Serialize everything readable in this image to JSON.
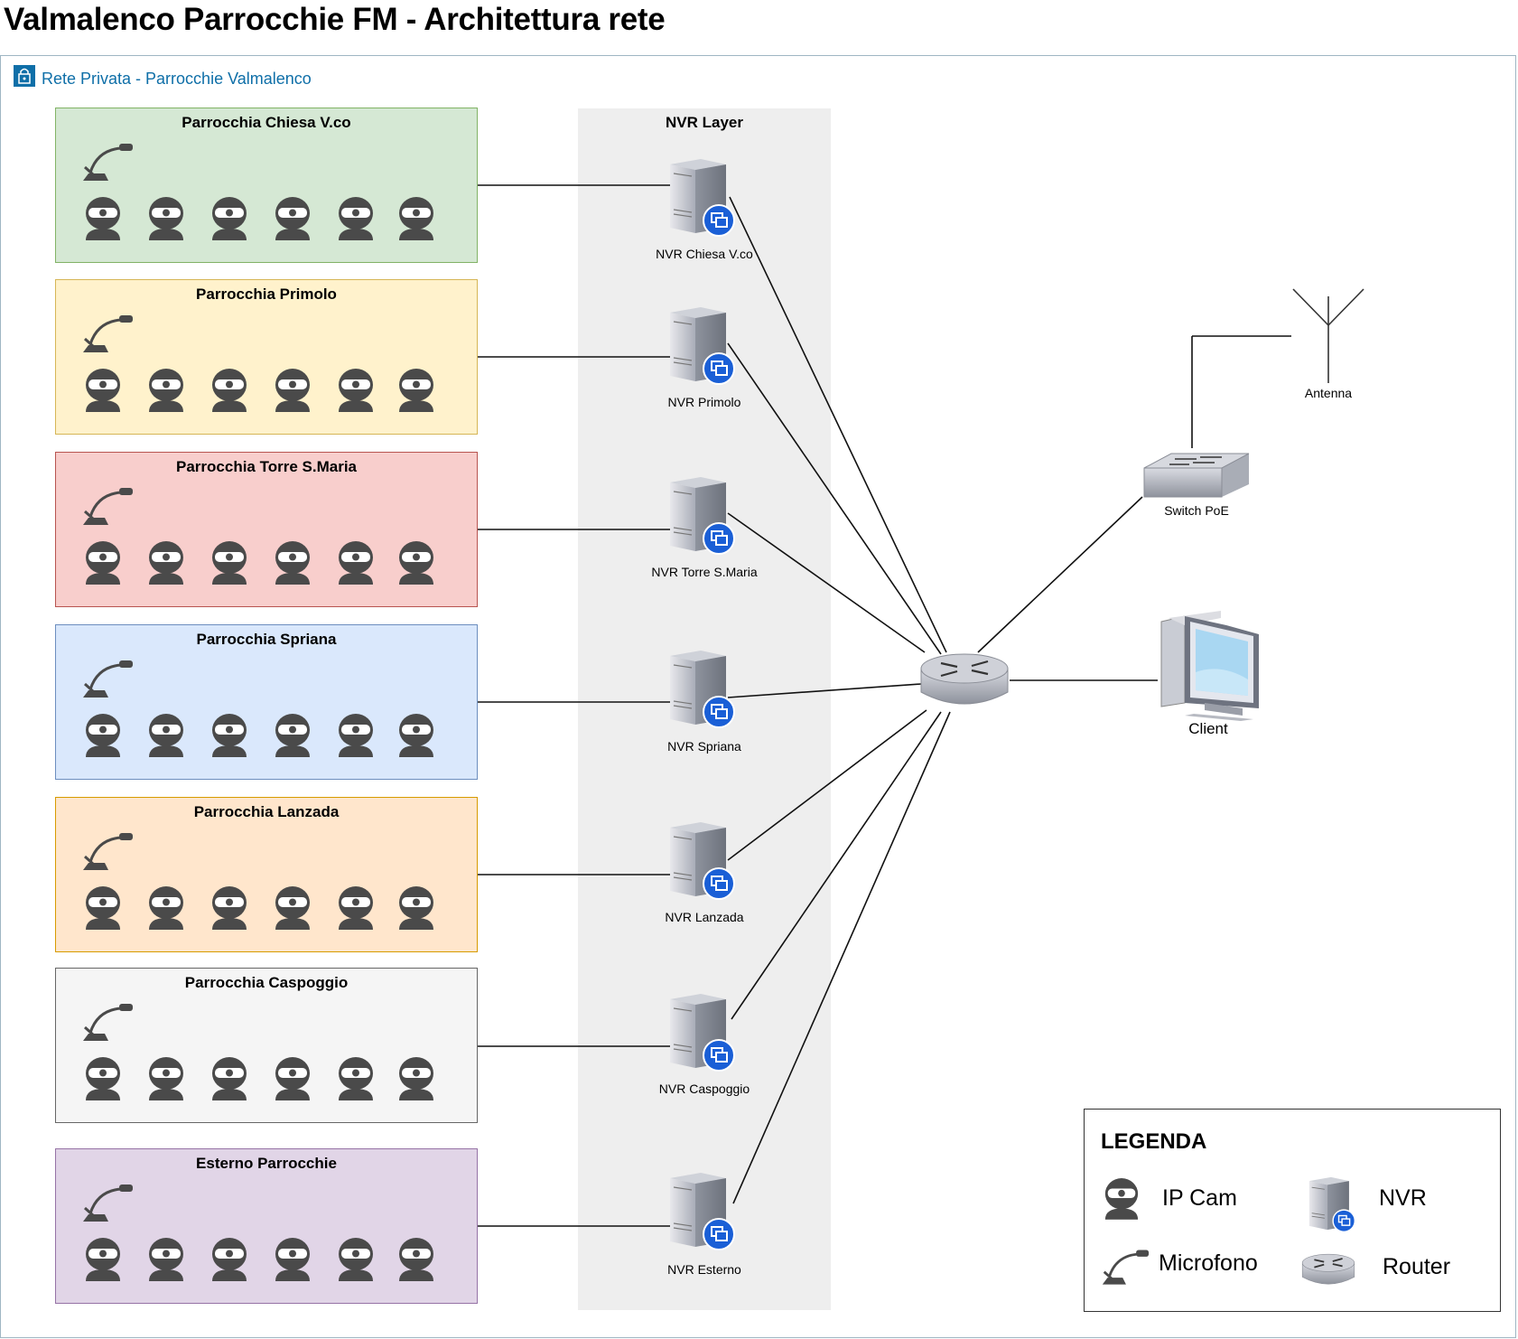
{
  "title": "Valmalenco Parrocchie FM - Architettura rete",
  "network": {
    "label": "Rete Privata - Parrocchie Valmalenco"
  },
  "nvr_layer": {
    "title": "NVR Layer"
  },
  "parishes": [
    {
      "title": "Parrocchia Chiesa V.co",
      "fill": "#d5e8d4",
      "stroke": "#82b366",
      "nvr_label": "NVR Chiesa V.co"
    },
    {
      "title": "Parrocchia Primolo",
      "fill": "#fff2cc",
      "stroke": "#d6b656",
      "nvr_label": "NVR Primolo"
    },
    {
      "title": "Parrocchia Torre S.Maria",
      "fill": "#f8cecc",
      "stroke": "#b85450",
      "nvr_label": "NVR Torre S.Maria"
    },
    {
      "title": "Parrocchia Spriana",
      "fill": "#dae8fc",
      "stroke": "#6c8ebf",
      "nvr_label": "NVR Spriana"
    },
    {
      "title": "Parrocchia Lanzada",
      "fill": "#ffe6cc",
      "stroke": "#d79b00",
      "nvr_label": "NVR Lanzada"
    },
    {
      "title": "Parrocchia Caspoggio",
      "fill": "#f5f5f5",
      "stroke": "#666666",
      "nvr_label": "NVR Caspoggio"
    },
    {
      "title": "Esterno Parrocchie",
      "fill": "#e1d5e7",
      "stroke": "#9673a6",
      "nvr_label": "NVR Esterno"
    }
  ],
  "cameras_per_parish": 6,
  "devices": {
    "switch_label": "Switch PoE",
    "antenna_label": "Antenna",
    "client_label": "Client"
  },
  "legend": {
    "title": "LEGENDA",
    "ipcam": "IP Cam",
    "nvr": "NVR",
    "mic": "Microfono",
    "router": "Router"
  },
  "colors": {
    "frame_label": "#0f6fa8",
    "nvr_badge": "#1a5fd6",
    "icon_dark": "#4a4a4a"
  }
}
